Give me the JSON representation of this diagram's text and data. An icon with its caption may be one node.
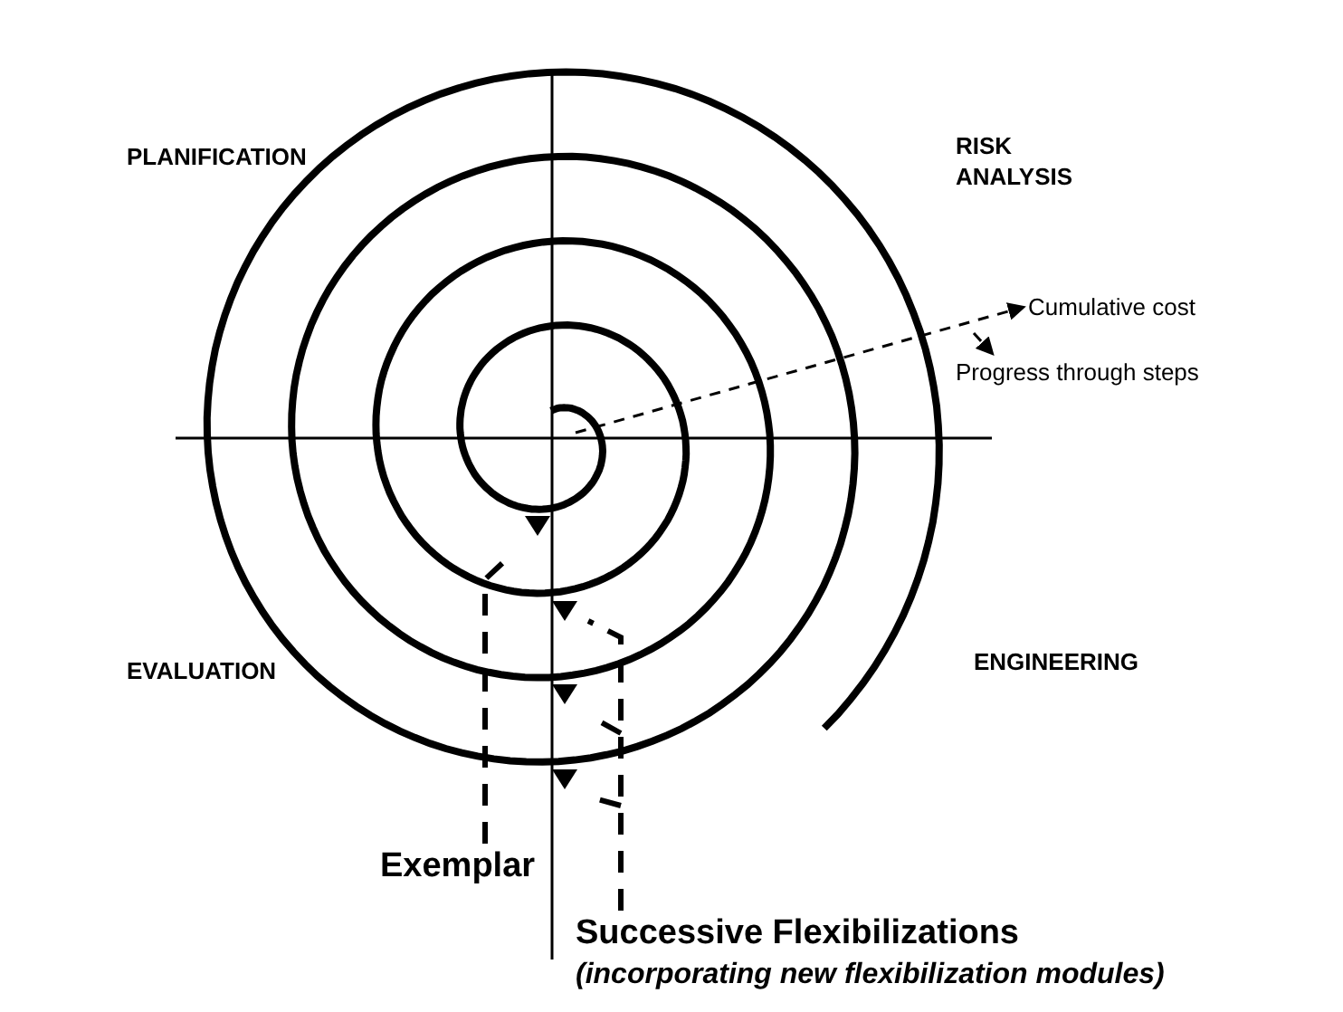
{
  "diagram": {
    "nodes": [
      {
        "text": [
          "Cumulative cost"
        ]
      },
      {
        "text": [
          "Progress through steps"
        ]
      },
      {
        "text": [
          "Exemplar"
        ]
      },
      {
        "text": [
          "Successive Flexibilizations",
          "(incorporating new flexibilization modules)"
        ]
      }
    ],
    "edges": [
      {
        "from": null,
        "to": 0,
        "arrow": "to",
        "style": "dashed"
      },
      {
        "from": null,
        "to": 1,
        "arrow": "to",
        "style": "dashed"
      },
      {
        "from": 2,
        "to": null,
        "arrow": "none",
        "style": "dashed"
      },
      {
        "from": 3,
        "to": null,
        "arrow": "none",
        "style": "dashed"
      }
    ],
    "labels": [
      "PLANIFICATION",
      "RISK ANALYSIS",
      "EVALUATION",
      "ENGINEERING"
    ]
  }
}
